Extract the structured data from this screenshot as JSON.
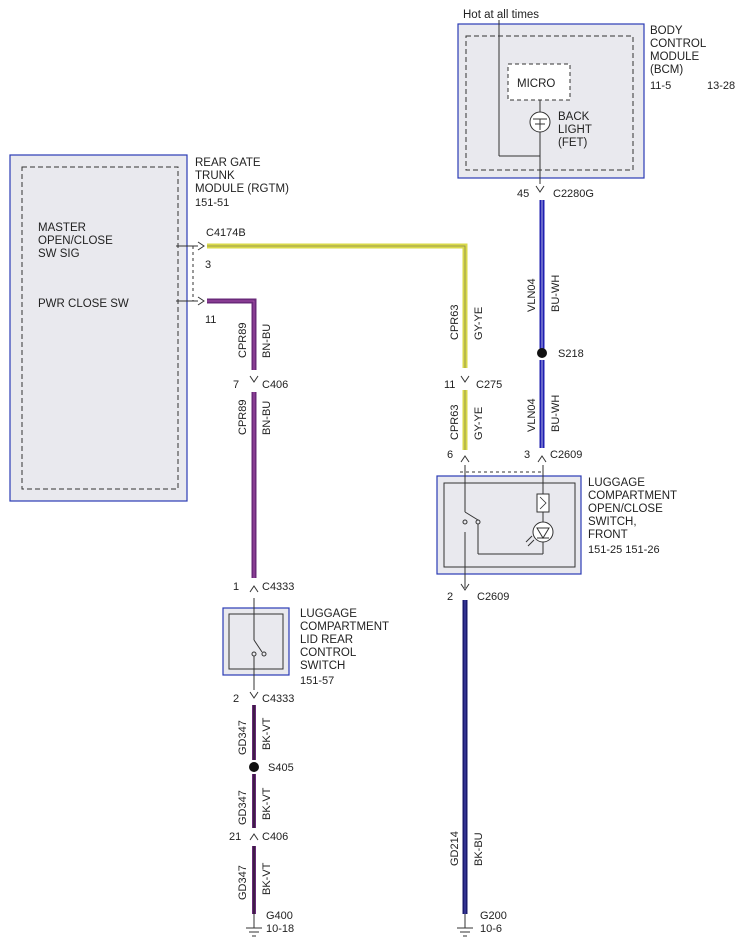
{
  "labels": {
    "hot": "Hot at all times"
  },
  "bcm": {
    "title_lines": [
      "BODY",
      "CONTROL",
      "MODULE",
      "(BCM)"
    ],
    "ref_a": "11-5",
    "ref_b": "13-28",
    "micro": "MICRO",
    "back_light_lines": [
      "BACK",
      "LIGHT",
      "(FET)"
    ]
  },
  "rgtm": {
    "title_lines": [
      "REAR GATE",
      "TRUNK",
      "MODULE (RGTM)",
      "151-51"
    ],
    "master_lines": [
      "MASTER",
      "OPEN/CLOSE",
      "SW SIG"
    ],
    "pwr_close": "PWR CLOSE SW"
  },
  "luggage_front": {
    "title_lines": [
      "LUGGAGE",
      "COMPARTMENT",
      "OPEN/CLOSE",
      "SWITCH,",
      "FRONT"
    ],
    "refs": "151-25  151-26"
  },
  "luggage_rear": {
    "title_lines": [
      "LUGGAGE",
      "COMPARTMENT",
      "LID REAR",
      "CONTROL",
      "SWITCH",
      "151-57"
    ]
  },
  "connectors": {
    "c2280g": {
      "pin": "45",
      "name": "C2280G"
    },
    "c4174b": {
      "name": "C4174B",
      "pin_master": "3",
      "pin_pwr": "11"
    },
    "c406_top": {
      "pin": "7",
      "name": "C406"
    },
    "c275": {
      "pin": "11",
      "name": "C275"
    },
    "c2609_left": {
      "pin": "6"
    },
    "c2609_right": {
      "pin": "3",
      "name": "C2609"
    },
    "c2609_bottom": {
      "pin": "2",
      "name": "C2609"
    },
    "c4333_top": {
      "pin": "1",
      "name": "C4333"
    },
    "c4333_bottom": {
      "pin": "2",
      "name": "C4333"
    },
    "c406_bottom": {
      "pin": "21",
      "name": "C406"
    }
  },
  "splices": {
    "s218": "S218",
    "s405": "S405"
  },
  "grounds": {
    "g400": {
      "name": "G400",
      "ref": "10-18"
    },
    "g200": {
      "name": "G200",
      "ref": "10-6"
    }
  },
  "wires": {
    "vln04": {
      "circuit": "VLN04",
      "color": "BU-WH"
    },
    "cpr63": {
      "circuit": "CPR63",
      "color": "GY-YE"
    },
    "cpr89": {
      "circuit": "CPR89",
      "color": "BN-BU"
    },
    "gd347": {
      "circuit": "GD347",
      "color": "BK-VT"
    },
    "gd214": {
      "circuit": "GD214",
      "color": "BK-BU"
    }
  },
  "colors": {
    "box_border": "#2b3bb5",
    "wire_blue": "#1f1fb0",
    "wire_yellow": "#d9d94a",
    "wire_purple": "#6a2a7a",
    "wire_navy": "#1a1a6e"
  }
}
